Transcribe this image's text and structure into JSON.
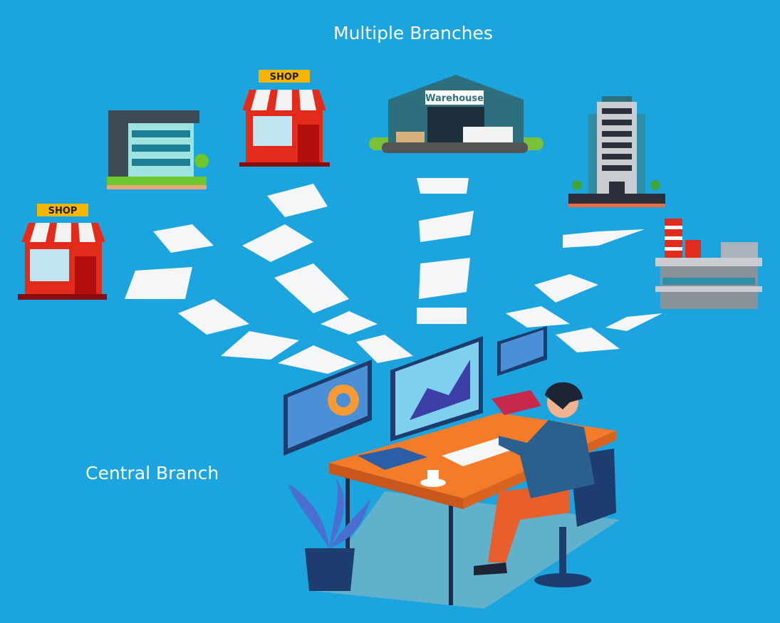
{
  "title": "Multiple Branches",
  "central_label": "Central Branch",
  "branches": [
    {
      "type": "shop",
      "sign": "SHOP"
    },
    {
      "type": "office-building"
    },
    {
      "type": "shop",
      "sign": "SHOP"
    },
    {
      "type": "warehouse",
      "sign": "Warehouse"
    },
    {
      "type": "tower"
    },
    {
      "type": "factory"
    }
  ],
  "colors": {
    "background": "#1ba4dd",
    "desk": "#f47b27",
    "shop_red": "#e22b1a",
    "sign_yellow": "#f7b500"
  }
}
